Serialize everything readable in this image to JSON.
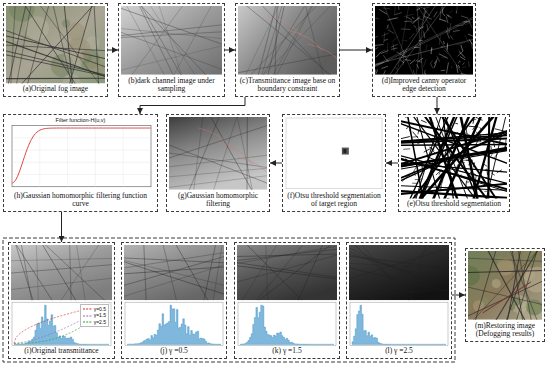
{
  "diagram": {
    "nodes": [
      {
        "text": [
          "(a)Original fog image"
        ]
      },
      {
        "text": [
          "(b)dark channel image under sampling"
        ]
      },
      {
        "text": [
          "(c)Transmittance image base on boundary constraint"
        ]
      },
      {
        "text": [
          "(d)Improved canny operator edge detection"
        ]
      },
      {
        "text": [
          "Filter function-H(u,v)",
          "(h)Gaussian homomorphic filtering function curve"
        ]
      },
      {
        "text": [
          "(g)Gaussian homomorphic filtering"
        ]
      },
      {
        "text": [
          "(f)Otsu threshold segmentation of target region"
        ]
      },
      {
        "text": [
          "(e)Otsu threshold segmentation"
        ]
      },
      {
        "text": [
          "(i)Original transmittance"
        ]
      },
      {
        "text": [
          "(j) γ =0.5"
        ]
      },
      {
        "text": [
          "(k) γ =1.5"
        ]
      },
      {
        "text": [
          "(l) γ =2.5"
        ]
      },
      {
        "text": [
          "(m)Restoring image (Defogging results)"
        ]
      }
    ],
    "edges": [
      {
        "from": 0,
        "to": 1,
        "arrow": "to"
      },
      {
        "from": 1,
        "to": 2,
        "arrow": "to"
      },
      {
        "from": 2,
        "to": 3,
        "arrow": "to"
      },
      {
        "from": 3,
        "to": 7,
        "arrow": "to"
      },
      {
        "from": 7,
        "to": 6,
        "arrow": "to"
      },
      {
        "from": 6,
        "to": 5,
        "arrow": "to"
      },
      {
        "from": 2,
        "to": 4,
        "arrow": "to"
      },
      {
        "from": 4,
        "to": 8,
        "arrow": "to"
      },
      {
        "from": 11,
        "to": 12,
        "arrow": "to"
      }
    ],
    "legend": [
      {
        "text": "γ=0.5"
      },
      {
        "text": "γ=1.5"
      },
      {
        "text": "γ=2.5"
      }
    ]
  }
}
